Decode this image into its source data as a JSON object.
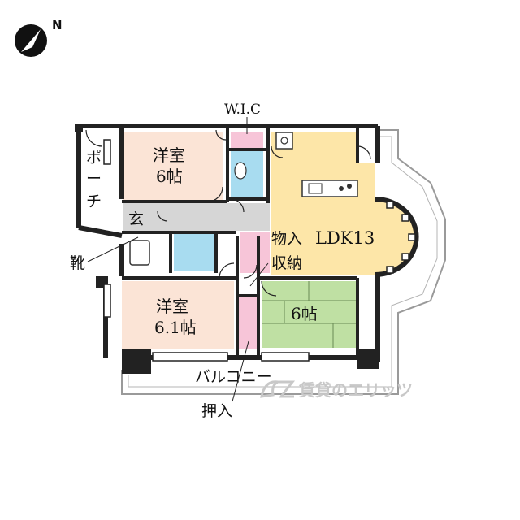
{
  "compass": {
    "north_label": "N",
    "icon": "compass-arrow-icon"
  },
  "rooms": {
    "bedroom1": {
      "name": "洋室",
      "size": "6帖"
    },
    "bedroom2": {
      "name": "洋室",
      "size": "6.1帖"
    },
    "tatami": {
      "size": "6帖"
    },
    "ldk": {
      "name": "LDK13"
    }
  },
  "labels": {
    "wic": "W.I.C",
    "porch": [
      "ポ",
      "ー",
      "チ"
    ],
    "entrance": "玄",
    "shoes": "靴",
    "storage1": "物入",
    "storage2": "収納",
    "balcony": "バルコニー",
    "closet": "押入"
  },
  "watermark": {
    "text": "賃貸のエリッツ"
  },
  "colors": {
    "wall": "#222222",
    "western_room": "#fbe4d6",
    "ldk": "#fde6a8",
    "tatami": "#bfe0a3",
    "wet_area": "#a8dcf0",
    "storage": "#f7c5d8",
    "hall": "#d6d6d6",
    "balcony_line": "#9a9a9a",
    "watermark": "#c8c8c8"
  }
}
